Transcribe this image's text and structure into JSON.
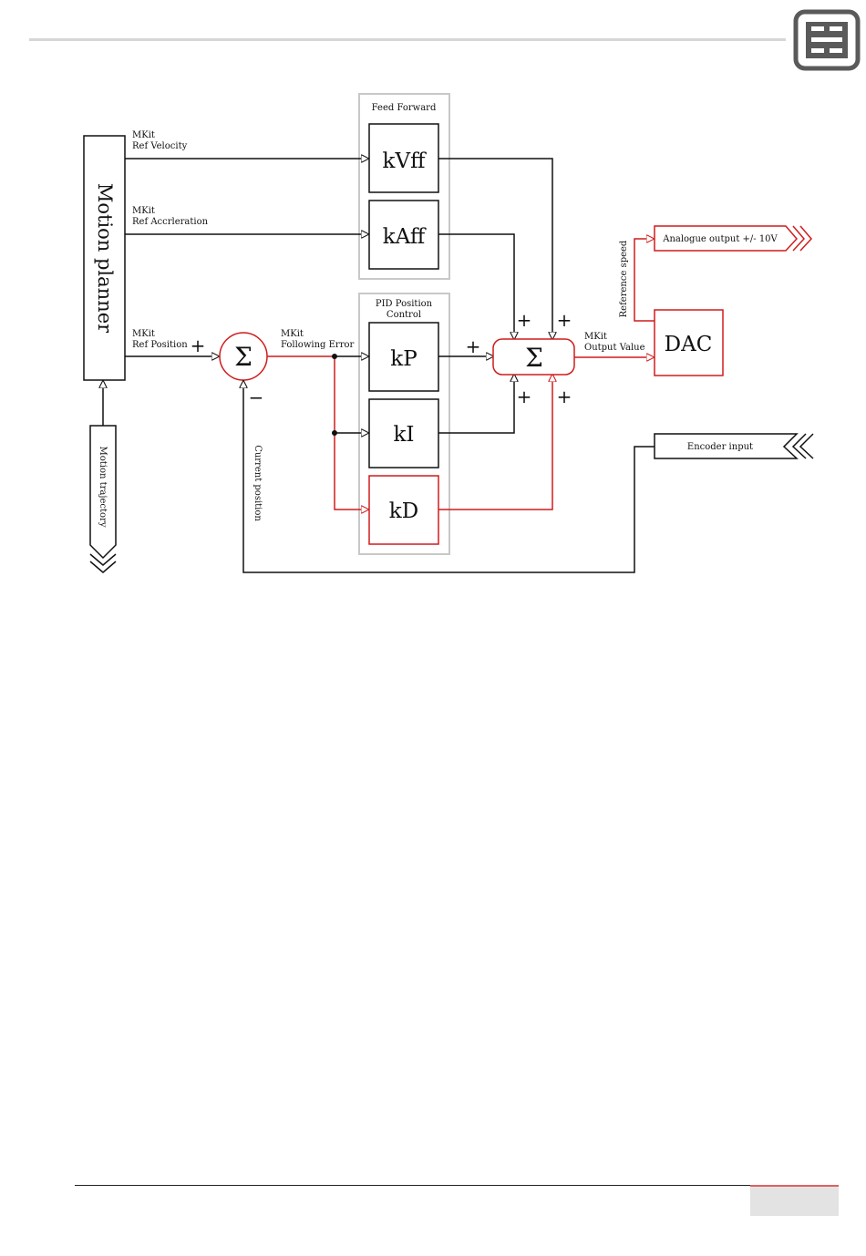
{
  "diagram": {
    "motion_planner": "Motion planner",
    "motion_trajectory": "Motion trajectory",
    "feed_forward_title": "Feed Forward",
    "pid_title_line1": "PID Position",
    "pid_title_line2": "Control",
    "kvff": "kVff",
    "kaff": "kAff",
    "kp": "kP",
    "ki": "kI",
    "kd": "kD",
    "dac": "DAC",
    "sigma": "Σ",
    "plus": "+",
    "minus": "−",
    "mkit": "MKit",
    "ref_velocity": "Ref Velocity",
    "ref_acceleration": "Ref Accrleration",
    "ref_position": "Ref Position",
    "following_error": "Following Error",
    "output_value": "Output Value",
    "current_position": "Current position",
    "reference_speed": "Reference speed",
    "analogue_output": "Analogue output +/- 10V",
    "encoder_input": "Encoder input"
  },
  "colors": {
    "accent": "#d01c1c",
    "line": "#111111",
    "group_border": "#c8c8c8",
    "logo": "#5a5a5a"
  }
}
